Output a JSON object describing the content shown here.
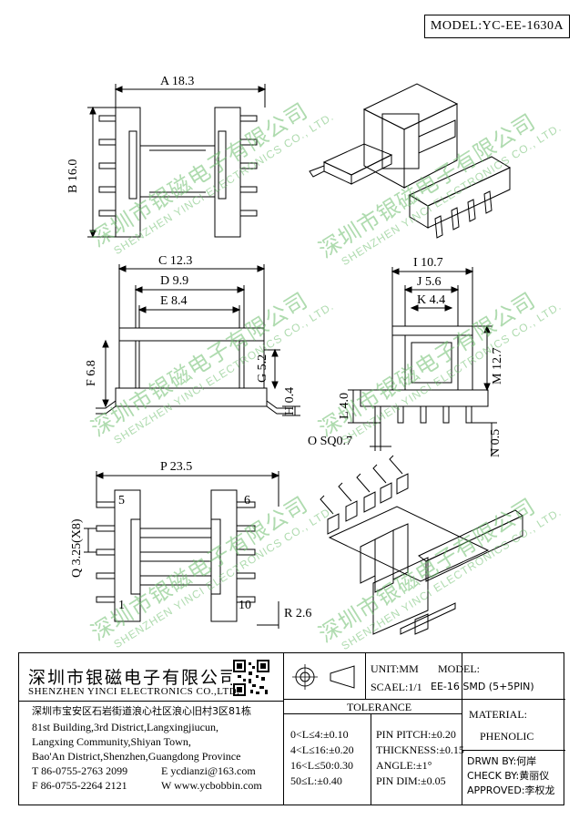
{
  "model": "MODEL:YC-EE-1630A",
  "watermark": {
    "cn": "深圳市银磁电子有限公司",
    "en": "SHENZHEN YINCI ELECTRONICS CO., LTD."
  },
  "dims": {
    "a": "A 18.3",
    "b": "B 16.0",
    "c": "C 12.3",
    "d": "D 9.9",
    "e": "E 8.4",
    "f": "F 6.8",
    "g": "G 5.2",
    "h": "H 0.4",
    "i": "I 10.7",
    "j": "J 5.6",
    "k": "K 4.4",
    "l": "L 4.0",
    "m": "M 12.7",
    "n": "N 0.5",
    "o": "O SQ0.7",
    "p": "P 23.5",
    "q": "Q 3.25(X8)",
    "r": "R 2.6"
  },
  "pins": {
    "p5": "5",
    "p6": "6",
    "p1": "1",
    "p10": "10"
  },
  "company": {
    "name_cn": "深圳市银磁电子有限公司",
    "name_en": "SHENZHEN YINCI ELECTRONICS CO.,LTD.",
    "addr_cn": "深圳市宝安区石岩街道浪心社区浪心旧村3区81栋",
    "addr_en1": "81st Building,3rd District,Langxingjiucun,",
    "addr_en2": "Langxing Community,Shiyan Town,",
    "addr_en3": "Bao'An District,Shenzhen,Guangdong Province",
    "tel": "T 86-0755-2763 2099",
    "email": "E ycdianzi@163.com",
    "fax": "F 86-0755-2264 2121",
    "web": "W www.ycbobbin.com"
  },
  "unit": "UNIT:MM",
  "scale": "SCAEL:1/1",
  "model_label": "MODEL:",
  "model_value": "EE-16 SMD (5+5PIN)",
  "tolerance": {
    "title": "TOLERANCE",
    "rows": [
      "0<L≤4:±0.10",
      "4<L≤16:±0.20",
      "16<L≤50:0.30",
      "50≤L:±0.40"
    ],
    "spec": [
      "PIN PITCH:±0.20",
      "THICKNESS:±0.15",
      "ANGLE:±1°",
      "PIN DIM:±0.05"
    ]
  },
  "material_label": "MATERIAL:",
  "material_value": "PHENOLIC",
  "drawn_by": "DRWN BY:何岸",
  "checked_by": "CHECK BY:黄丽仪",
  "approved_by": "APPROVED:李权龙"
}
